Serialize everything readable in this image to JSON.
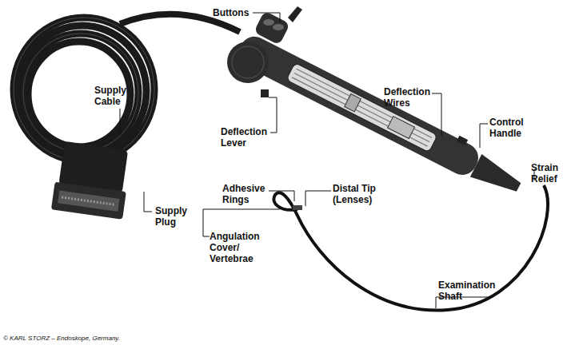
{
  "diagram": {
    "labels": [
      "Buttons",
      "Supply Cable",
      "Deflection Wires",
      "Deflection Lever",
      "Control Handle",
      "Strain Relief",
      "Adhesive Rings",
      "Distal Tip (Lenses)",
      "Supply Plug",
      "Angulation Cover/ Vertebrae",
      "Examination Shaft",
      "© KARL STORZ – Endoskope, Germany."
    ]
  }
}
